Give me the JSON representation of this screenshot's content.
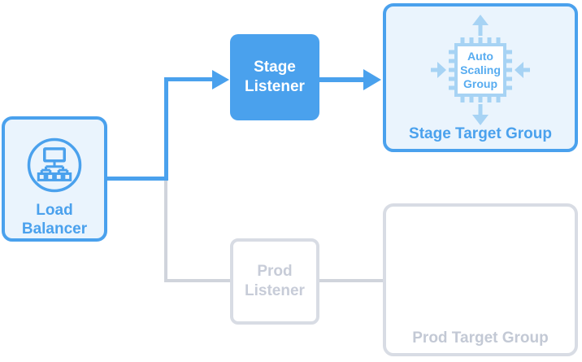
{
  "diagram": {
    "load_balancer": {
      "label": "Load Balancer",
      "icon": "load-balancer-icon"
    },
    "stage_listener": {
      "label": "Stage Listener"
    },
    "prod_listener": {
      "label": "Prod Listener"
    },
    "stage_target_group": {
      "label": "Stage Target Group",
      "icon": "auto-scaling-group-icon",
      "icon_label": "Auto Scaling Group"
    },
    "prod_target_group": {
      "label": "Prod Target Group"
    },
    "edges": [
      {
        "from": "load_balancer",
        "to": "stage_listener",
        "style": "solid",
        "color": "#4aa1ed",
        "arrowhead": true
      },
      {
        "from": "stage_listener",
        "to": "stage_target_group",
        "style": "solid",
        "color": "#4aa1ed",
        "arrowhead": true
      },
      {
        "from": "load_balancer",
        "to": "prod_listener",
        "style": "solid",
        "color": "#d0d4dc",
        "arrowhead": false
      },
      {
        "from": "prod_listener",
        "to": "prod_target_group",
        "style": "solid",
        "color": "#d0d4dc",
        "arrowhead": false
      }
    ]
  },
  "colors": {
    "primary_blue": "#4aa1ed",
    "light_blue_fill": "#eaf4fd",
    "icon_light_blue": "#a7d3f4",
    "asg_text_blue": "#58acf0",
    "inactive_border_grey": "#d8dce4",
    "inactive_text_grey": "#c7ccd8",
    "inactive_line_grey": "#d0d4dc",
    "background": "#ffffff"
  }
}
